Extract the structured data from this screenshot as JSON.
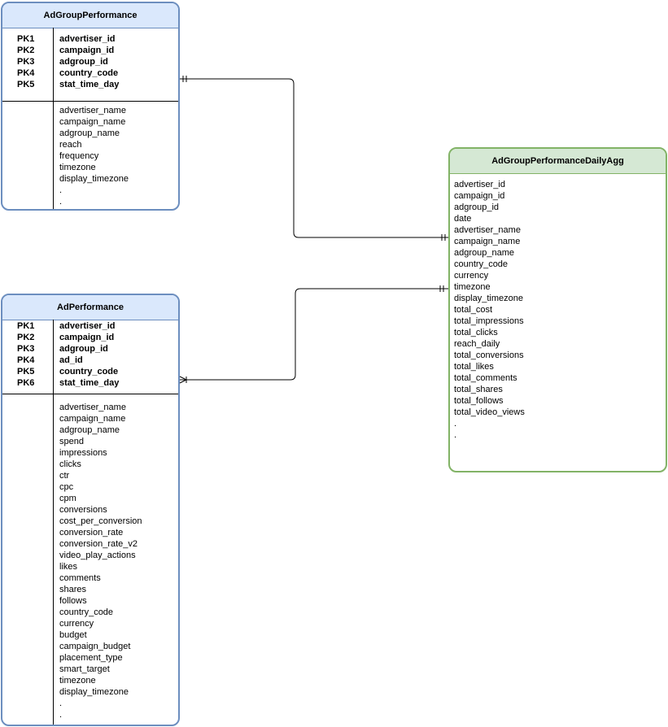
{
  "entities": {
    "adgroup_performance": {
      "title": "AdGroupPerformance",
      "keys": [
        {
          "label": "PK1",
          "field": "advertiser_id"
        },
        {
          "label": "PK2",
          "field": "campaign_id"
        },
        {
          "label": "PK3",
          "field": "adgroup_id"
        },
        {
          "label": "PK4",
          "field": "country_code"
        },
        {
          "label": "PK5",
          "field": "stat_time_day"
        }
      ],
      "fields": [
        "advertiser_name",
        "campaign_name",
        "adgroup_name",
        "reach",
        "frequency",
        "timezone",
        "display_timezone",
        ".",
        "."
      ]
    },
    "ad_performance": {
      "title": "AdPerformance",
      "keys": [
        {
          "label": "PK1",
          "field": "advertiser_id"
        },
        {
          "label": "PK2",
          "field": "campaign_id"
        },
        {
          "label": "PK3",
          "field": "adgroup_id"
        },
        {
          "label": "PK4",
          "field": "ad_id"
        },
        {
          "label": "PK5",
          "field": "country_code"
        },
        {
          "label": "PK6",
          "field": "stat_time_day"
        }
      ],
      "fields": [
        "advertiser_name",
        "campaign_name",
        "adgroup_name",
        "spend",
        "impressions",
        "clicks",
        "ctr",
        "cpc",
        "cpm",
        "conversions",
        "cost_per_conversion",
        "conversion_rate",
        "conversion_rate_v2",
        "video_play_actions",
        "likes",
        "comments",
        "shares",
        "follows",
        "country_code",
        "currency",
        "budget",
        "campaign_budget",
        "placement_type",
        "smart_target",
        "timezone",
        "display_timezone",
        ".",
        "."
      ]
    },
    "adgroup_performance_daily_agg": {
      "title": "AdGroupPerformanceDailyAgg",
      "fields": [
        "advertiser_id",
        "campaign_id",
        "adgroup_id",
        "date",
        "advertiser_name",
        "campaign_name",
        "adgroup_name",
        "country_code",
        "currency",
        "timezone",
        "display_timezone",
        "total_cost",
        "total_impressions",
        "total_clicks",
        "reach_daily",
        "total_conversions",
        "total_likes",
        "total_comments",
        "total_shares",
        "total_follows",
        "total_video_views",
        ".",
        "."
      ]
    }
  },
  "relationships": [
    {
      "from": "adgroup_performance",
      "to": "adgroup_performance_daily_agg",
      "from_end": "one-and-only-one",
      "to_end": "one-and-only-one"
    },
    {
      "from": "ad_performance",
      "to": "adgroup_performance_daily_agg",
      "from_end": "one-or-many",
      "to_end": "one-and-only-one"
    }
  ],
  "colors": {
    "blue_header": "#dae8fc",
    "blue_border": "#6c8ebf",
    "green_header": "#d5e8d4",
    "green_border": "#82b366",
    "line": "#000000"
  }
}
